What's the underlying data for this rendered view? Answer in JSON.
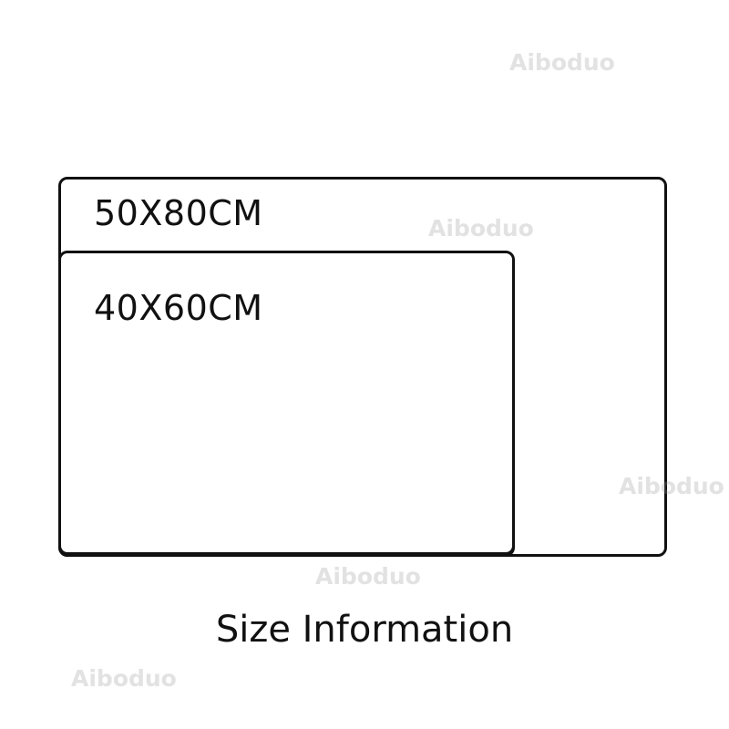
{
  "diagram": {
    "large_label": "50X80CM",
    "small_label": "40X60CM",
    "caption": "Size Information"
  },
  "watermarks": [
    "Aiboduo",
    "Aiboduo",
    "Aiboduo",
    "Aiboduo",
    "Aiboduo"
  ]
}
